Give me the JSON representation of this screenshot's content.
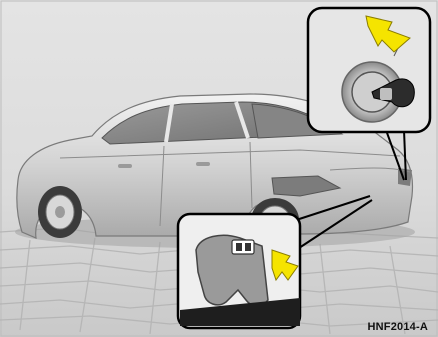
{
  "figure": {
    "code": "HNF2014-A",
    "subjects": [
      "car",
      "trunk-keyhole",
      "trunk-release-lever"
    ],
    "colors": {
      "background": "#dedede",
      "floor_dark": "#b8b8b8",
      "car_body": "#cfcfcf",
      "arrow": "#f5e400",
      "frame": "#000000"
    },
    "icons": [
      "key-icon",
      "arrow-icon"
    ]
  }
}
